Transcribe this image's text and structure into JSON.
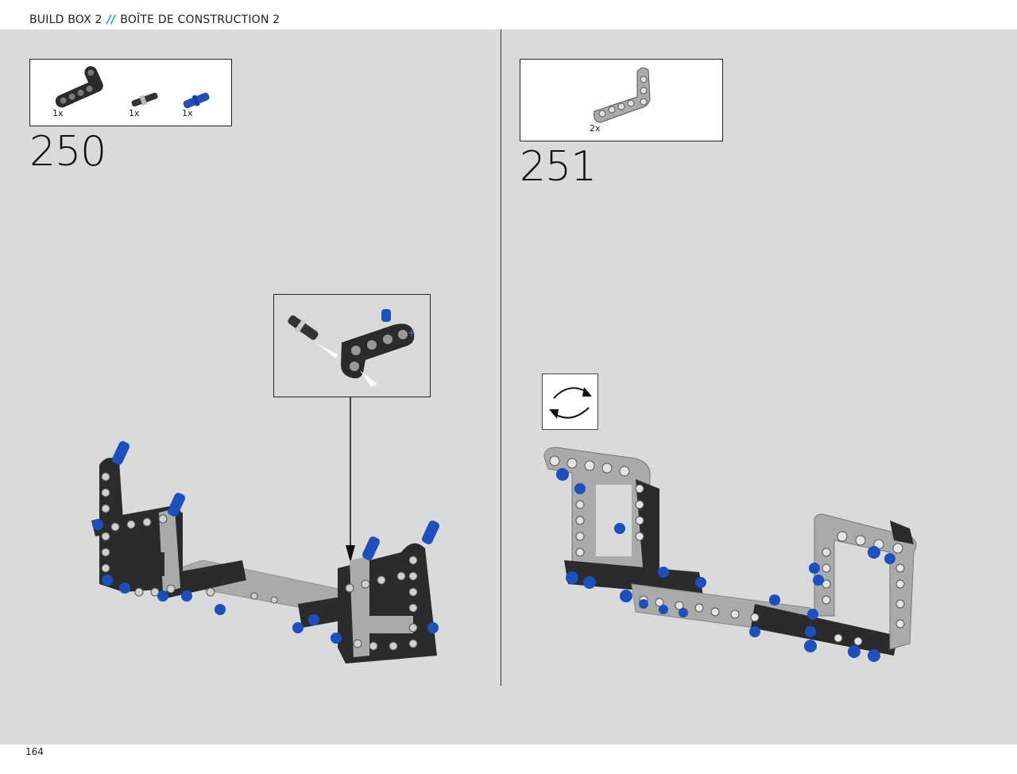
{
  "header": {
    "left_title": "BUILD BOX 2",
    "separator": "//",
    "right_title": "BOÎTE DE CONSTRUCTION 2"
  },
  "footer": {
    "page_number": "164"
  },
  "step_250": {
    "number": "250",
    "parts": [
      {
        "icon": "black-angled-beam-icon",
        "qty": "1x"
      },
      {
        "icon": "black-axle-pin-icon",
        "qty": "1x"
      },
      {
        "icon": "blue-pin-icon",
        "qty": "1x"
      }
    ]
  },
  "step_251": {
    "number": "251",
    "parts": [
      {
        "icon": "gray-l-beam-icon",
        "qty": "2x"
      }
    ],
    "rotate_icon": "rotate-model-icon"
  },
  "colors": {
    "canvas": "#d9dbda",
    "accent": "#1f8fd6",
    "beam_black": "#2b2b2b",
    "beam_gray": "#a9abab",
    "pin_blue": "#1d4fbf"
  }
}
